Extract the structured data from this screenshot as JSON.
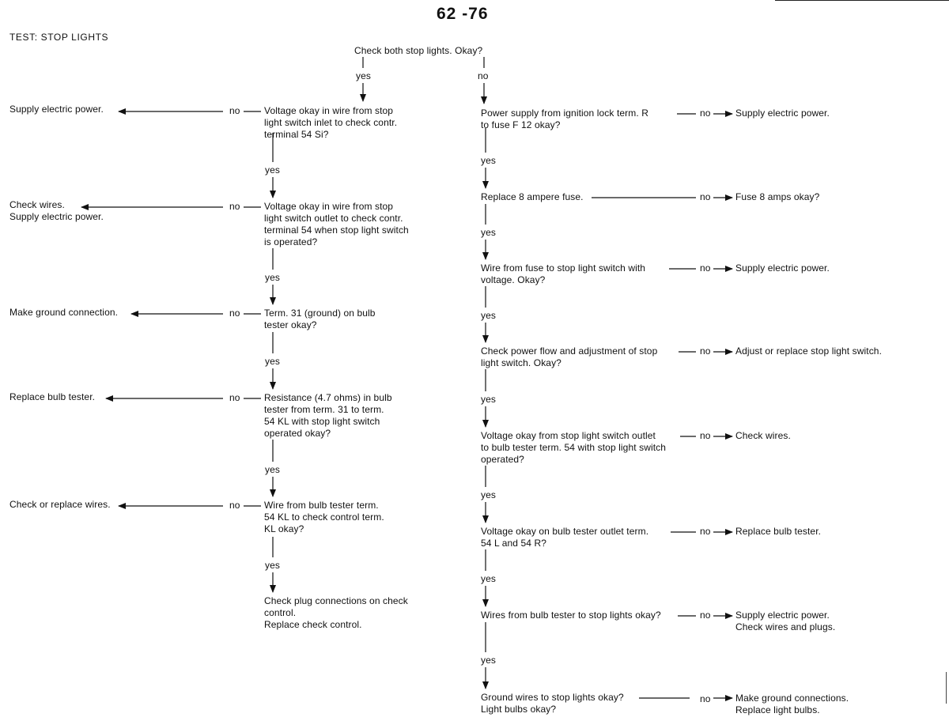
{
  "page_number": "62 -76",
  "title": "TEST:  STOP LIGHTS",
  "top_question": "Check both stop lights. Okay?",
  "labels": {
    "yes": "yes",
    "no": "no"
  },
  "left_chain": [
    {
      "question": "Voltage okay in wire from stop\nlight switch inlet to check contr.\nterminal 54 Si?",
      "no_action": "Supply electric power."
    },
    {
      "question": "Voltage okay in wire from stop\nlight switch outlet to check contr.\nterminal 54 when stop light switch\nis operated?",
      "no_action": "Check wires.\nSupply electric power."
    },
    {
      "question": "Term. 31 (ground) on bulb\ntester okay?",
      "no_action": "Make ground connection."
    },
    {
      "question": "Resistance (4.7 ohms) in bulb\ntester from term. 31 to term.\n54 KL with stop light switch\noperated okay?",
      "no_action": "Replace bulb tester."
    },
    {
      "question": "Wire from bulb tester term.\n54 KL to check control term.\nKL okay?",
      "no_action": "Check or replace wires."
    }
  ],
  "left_final": "Check plug connections on check\ncontrol.\nReplace check control.",
  "right_chain": [
    {
      "question": "Power supply from ignition lock term. R\nto fuse F 12 okay?",
      "no_action": "Supply electric power."
    },
    {
      "question": "Replace 8 ampere fuse.",
      "no_action": "Fuse 8 amps okay?"
    },
    {
      "question": "Wire from fuse to stop light switch with\nvoltage. Okay?",
      "no_action": "Supply electric power."
    },
    {
      "question": "Check power flow and adjustment of stop\nlight switch. Okay?",
      "no_action": "Adjust or replace stop light switch."
    },
    {
      "question": "Voltage okay from stop light switch outlet\nto bulb tester term. 54 with stop light switch\noperated?",
      "no_action": "Check wires."
    },
    {
      "question": "Voltage okay on bulb tester outlet term.\n54 L and 54 R?",
      "no_action": "Replace bulb tester."
    },
    {
      "question": "Wires from bulb tester to stop lights okay?",
      "no_action": "Supply electric power.\nCheck wires and plugs."
    },
    {
      "question": "Ground wires to stop lights okay?\nLight bulbs okay?",
      "no_action": "Make ground connections.\nReplace light bulbs."
    }
  ]
}
